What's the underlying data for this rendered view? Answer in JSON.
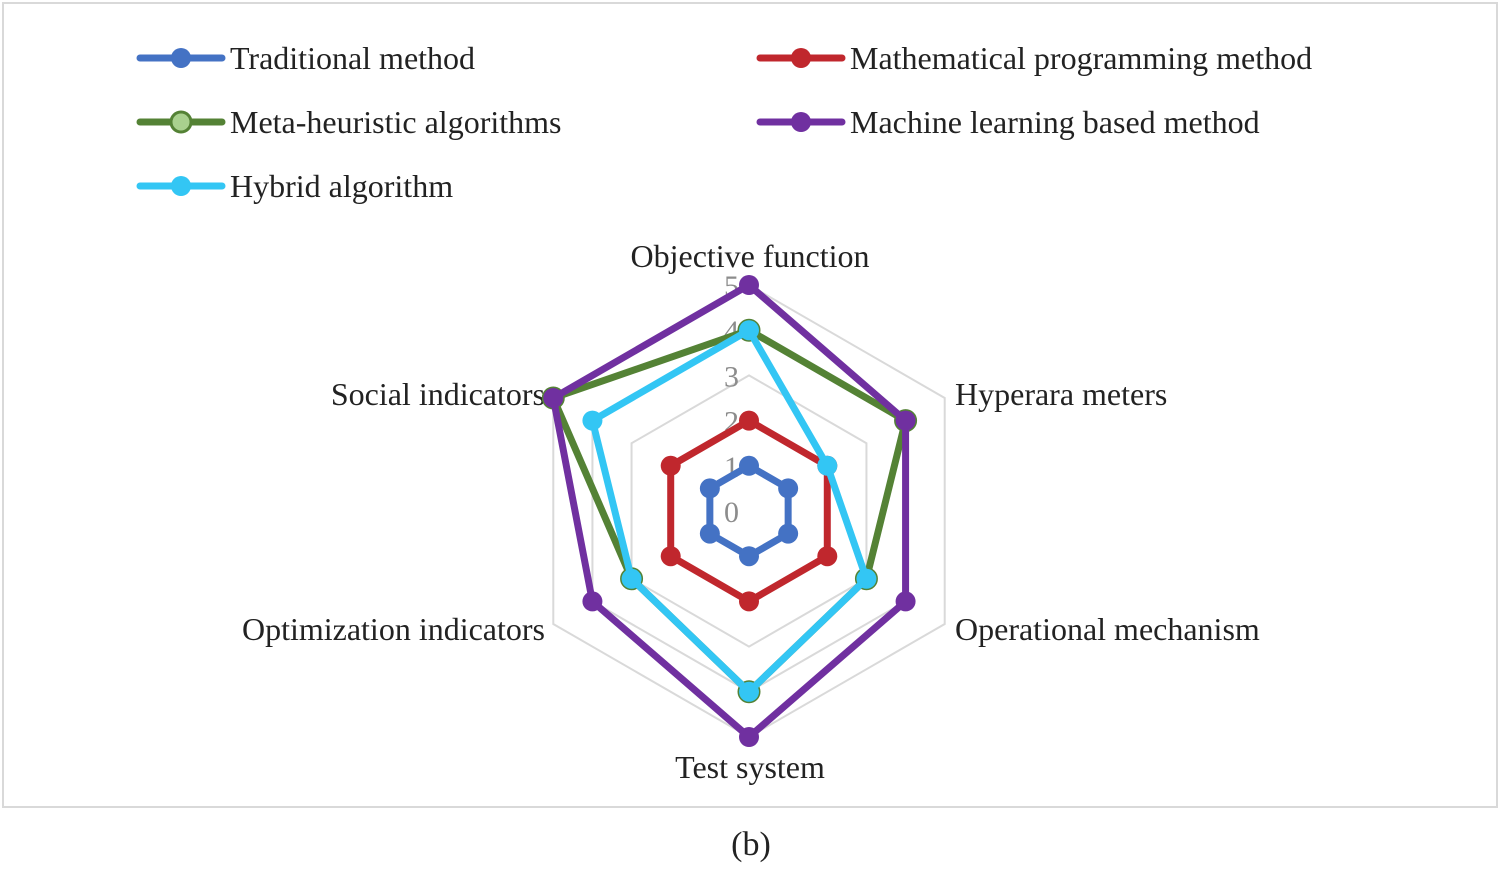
{
  "chart_data": {
    "type": "radar",
    "axes": [
      "Objective function",
      "Hyperara meters",
      "Operational mechanism",
      "Test system",
      "Optimization indicators",
      "Social indicators"
    ],
    "rlim": [
      0,
      5
    ],
    "ticks": [
      "0",
      "1",
      "2",
      "3",
      "4",
      "5"
    ],
    "grid": true,
    "legend_position": "top",
    "series": [
      {
        "name": "Traditional method",
        "color": "#4472c4",
        "values": [
          1,
          1,
          1,
          1,
          1,
          1
        ]
      },
      {
        "name": "Mathematical programming method",
        "color": "#c0272d",
        "values": [
          2,
          2,
          2,
          2,
          2,
          2
        ]
      },
      {
        "name": "Meta-heuristic algorithms",
        "color": "#548235",
        "marker_fill": "#a9d18e",
        "values": [
          4,
          4,
          3,
          4,
          3,
          5
        ]
      },
      {
        "name": "Machine learning based method",
        "color": "#7030a0",
        "values": [
          5,
          4,
          4,
          5,
          4,
          5
        ]
      },
      {
        "name": "Hybrid algorithm",
        "color": "#33c6f4",
        "values": [
          4,
          2,
          3,
          4,
          3,
          4
        ]
      }
    ]
  },
  "caption": "(b)"
}
